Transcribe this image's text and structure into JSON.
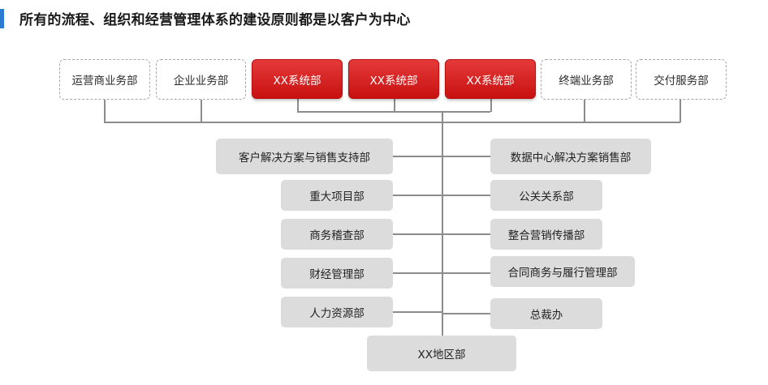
{
  "title": "所有的流程、组织和经营管理体系的建设原则都是以客户为中心",
  "top_units": [
    {
      "label": "运营商业务部",
      "style": "dashed"
    },
    {
      "label": "企业业务部",
      "style": "dashed"
    },
    {
      "label": "XX系统部",
      "style": "highlight"
    },
    {
      "label": "XX系统部",
      "style": "highlight"
    },
    {
      "label": "XX系统部",
      "style": "highlight"
    },
    {
      "label": "终端业务部",
      "style": "dashed"
    },
    {
      "label": "交付服务部",
      "style": "dashed"
    }
  ],
  "left_units": [
    "客户解决方案与销售支持部",
    "重大项目部",
    "商务稽查部",
    "财经管理部",
    "人力资源部"
  ],
  "right_units": [
    "数据中心解决方案销售部",
    "公关关系部",
    "整合营销传播部",
    "合同商务与履行管理部",
    "总裁办"
  ],
  "root_unit": "XX地区部",
  "colors": {
    "accent_red": "#d41e1e",
    "title_bar_blue": "#2b7bd3",
    "gray_box": "#dcdcdc",
    "connector": "#8c8c8c"
  }
}
